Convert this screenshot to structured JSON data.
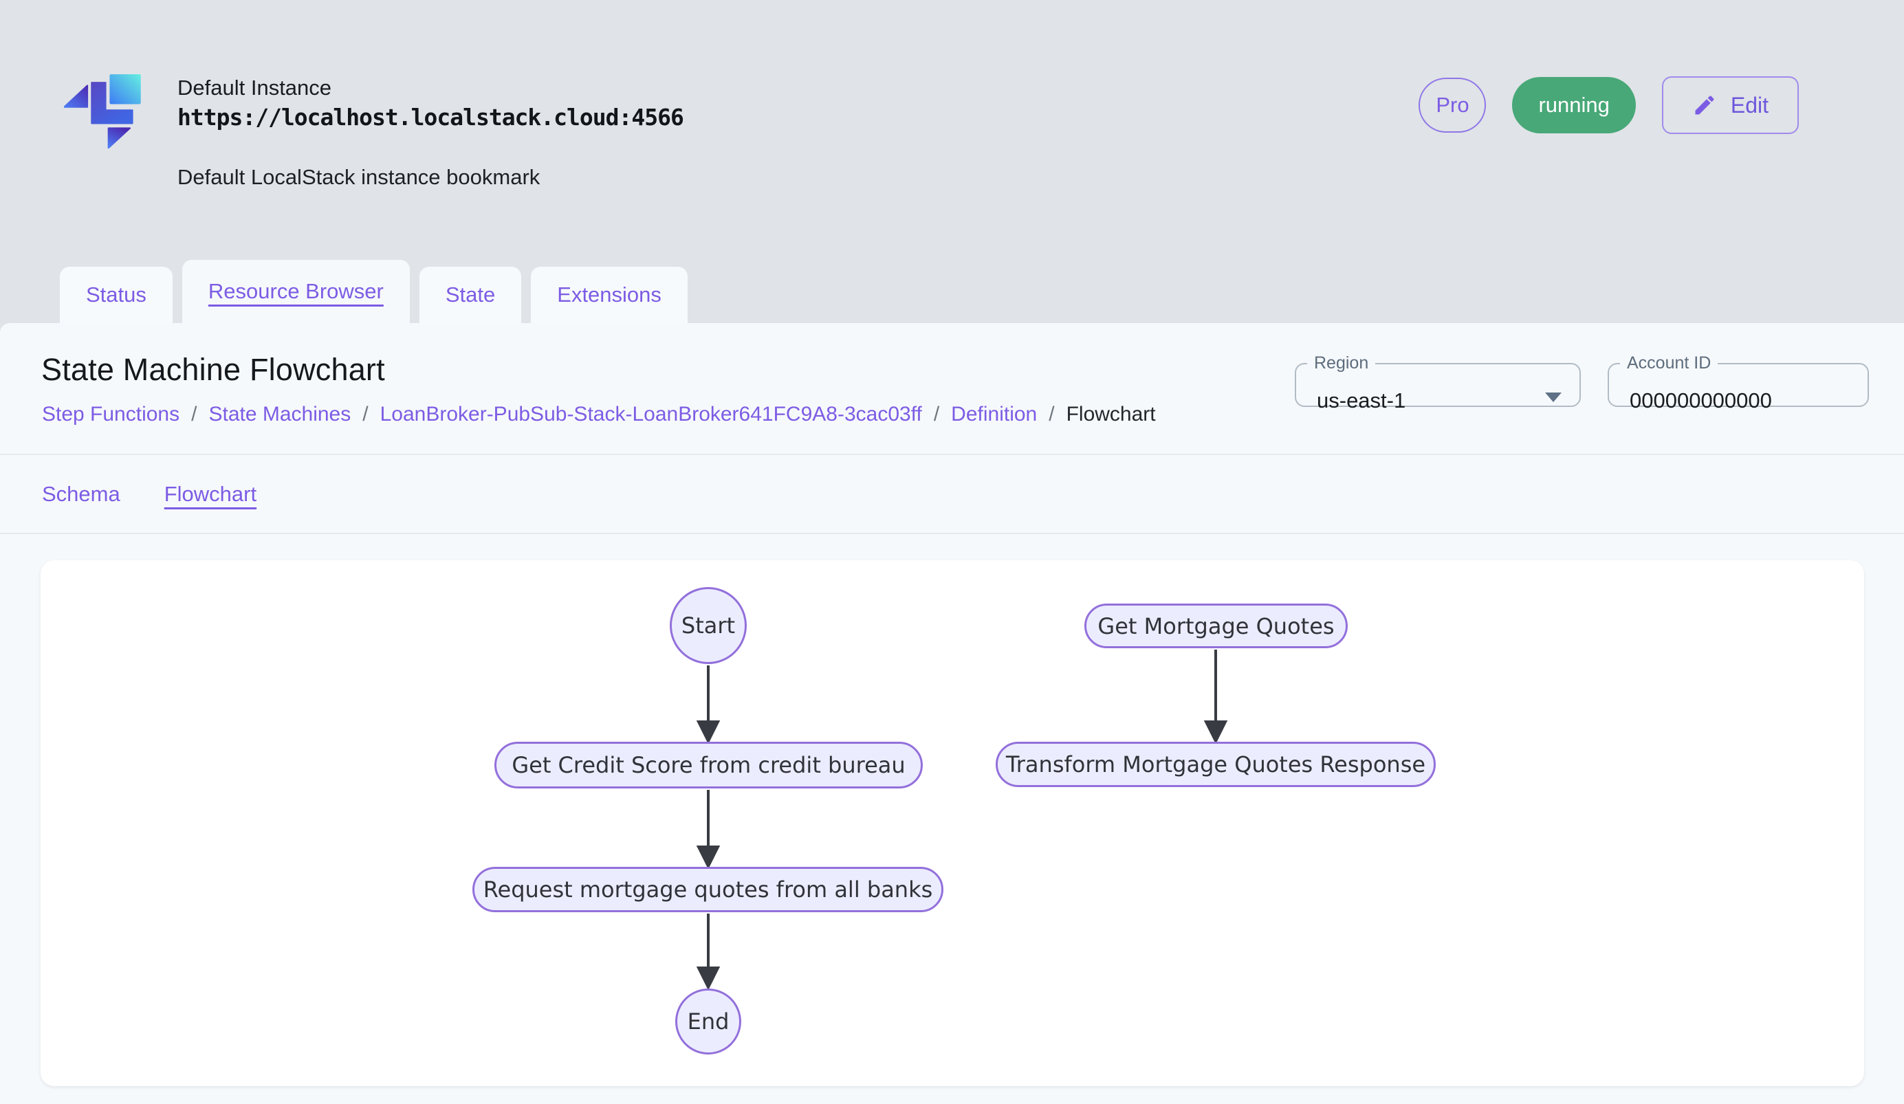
{
  "header": {
    "instance_name": "Default Instance",
    "instance_url": "https://localhost.localstack.cloud:4566",
    "instance_description": "Default LocalStack instance bookmark",
    "pro_badge": "Pro",
    "status_badge": "running",
    "edit_button": "Edit"
  },
  "tabs": [
    {
      "label": "Status",
      "active": false
    },
    {
      "label": "Resource Browser",
      "active": true
    },
    {
      "label": "State",
      "active": false
    },
    {
      "label": "Extensions",
      "active": false
    }
  ],
  "page": {
    "title": "State Machine Flowchart",
    "breadcrumb_separator": "/",
    "breadcrumb": [
      {
        "label": "Step Functions"
      },
      {
        "label": "State Machines"
      },
      {
        "label": "LoanBroker-PubSub-Stack-LoanBroker641FC9A8-3cac03ff"
      },
      {
        "label": "Definition"
      },
      {
        "label": "Flowchart"
      }
    ],
    "region_field": {
      "label": "Region",
      "value": "us-east-1"
    },
    "account_field": {
      "label": "Account ID",
      "value": "000000000000"
    },
    "subtabs": [
      {
        "label": "Schema",
        "active": false
      },
      {
        "label": "Flowchart",
        "active": true
      }
    ]
  },
  "flowchart": {
    "nodes": [
      {
        "id": "start",
        "label": "Start",
        "shape": "circle"
      },
      {
        "id": "get-credit-score",
        "label": "Get Credit Score from credit bureau",
        "shape": "stadium"
      },
      {
        "id": "request-quotes",
        "label": "Request mortgage quotes from all banks",
        "shape": "stadium"
      },
      {
        "id": "end",
        "label": "End",
        "shape": "circle"
      },
      {
        "id": "get-mortgage-quotes",
        "label": "Get Mortgage Quotes",
        "shape": "stadium"
      },
      {
        "id": "transform-response",
        "label": "Transform Mortgage Quotes Response",
        "shape": "stadium"
      }
    ],
    "edges": [
      {
        "from": "start",
        "to": "get-credit-score"
      },
      {
        "from": "get-credit-score",
        "to": "request-quotes"
      },
      {
        "from": "request-quotes",
        "to": "end"
      },
      {
        "from": "get-mortgage-quotes",
        "to": "transform-response"
      }
    ]
  },
  "colors": {
    "accent_purple": "#7C5CE4",
    "status_green": "#48A878",
    "page_background": "#E0E3E7",
    "panel_background": "#F6F9FB",
    "node_fill": "#ECECFF",
    "node_border": "#9370DB",
    "edge_stroke": "#383C42"
  }
}
